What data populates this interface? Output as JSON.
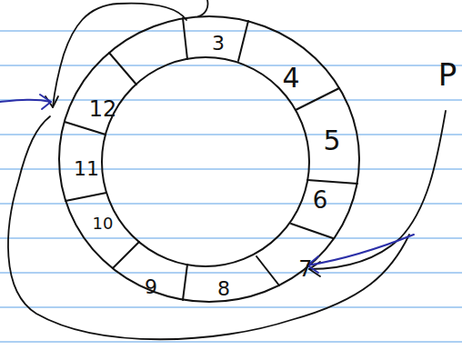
{
  "diagram": {
    "labels": [
      "3",
      "4",
      "5",
      "6",
      "7",
      "8",
      "9",
      "10",
      "11",
      "12",
      "P"
    ]
  }
}
